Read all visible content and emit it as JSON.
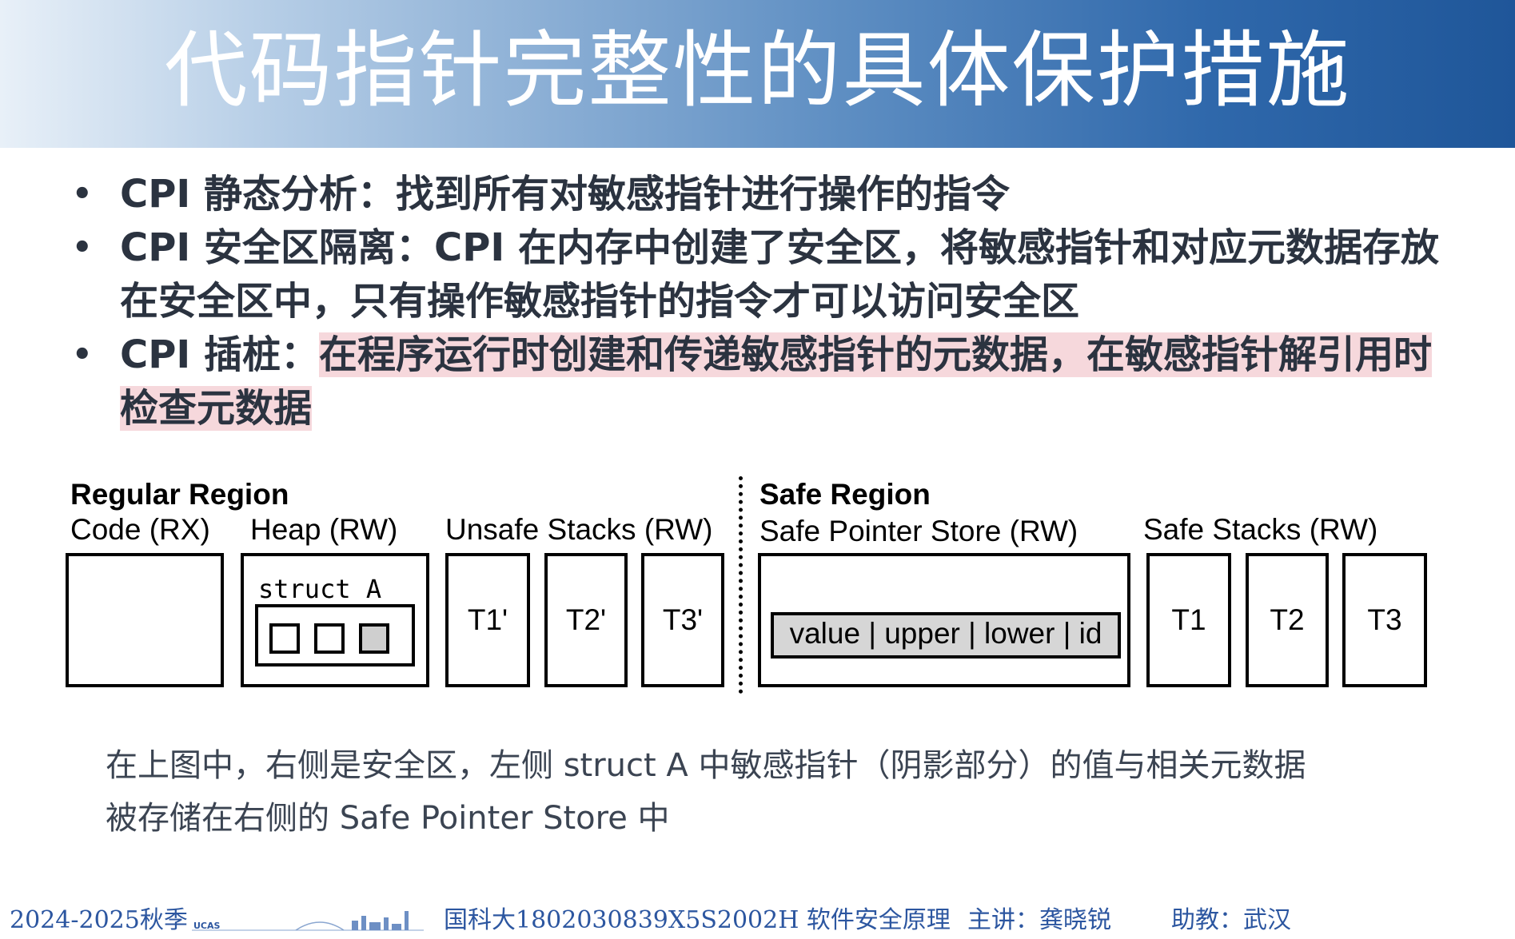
{
  "title": "代码指针完整性的具体保护措施",
  "bullets": [
    {
      "prefix": "CPI 静态分析：找到所有对敏感指针进行操作的指令",
      "highlight": "",
      "suffix": ""
    },
    {
      "prefix": "CPI 安全区隔离：CPI 在内存中创建了安全区，将敏感指针和对应元数据存放在安全区中，只有操作敏感指针的指令才可以访问安全区",
      "highlight": "",
      "suffix": ""
    },
    {
      "prefix": "CPI 插桩：",
      "highlight": "在程序运行时创建和传递敏感指针的元数据，在敏感指针解引用时检查元数据",
      "suffix": ""
    }
  ],
  "diagram": {
    "regular_region": "Regular Region",
    "safe_region": "Safe Region",
    "code_label": "Code (RX)",
    "heap_label": "Heap (RW)",
    "unsafe_stacks_label": "Unsafe Stacks (RW)",
    "safe_pointer_store_label": "Safe Pointer Store (RW)",
    "safe_stacks_label": "Safe Stacks (RW)",
    "struct_label": "struct A",
    "unsafe_stacks": [
      "T1'",
      "T2'",
      "T3'"
    ],
    "safe_stacks": [
      "T1",
      "T2",
      "T3"
    ],
    "pointer_record": "value | upper | lower | id"
  },
  "caption": {
    "line1": "在上图中，右侧是安全区，左侧 struct A 中敏感指针（阴影部分）的值与相关元数据",
    "line2": "被存储在右侧的 Safe Pointer Store 中"
  },
  "footer": {
    "semester": "2024-2025秋季",
    "course": "国科大1802030839X5S2002H 软件安全原理",
    "lecturer": "主讲：龚晓锐",
    "ta": "助教：武汉",
    "logo_text": "UCAS"
  }
}
